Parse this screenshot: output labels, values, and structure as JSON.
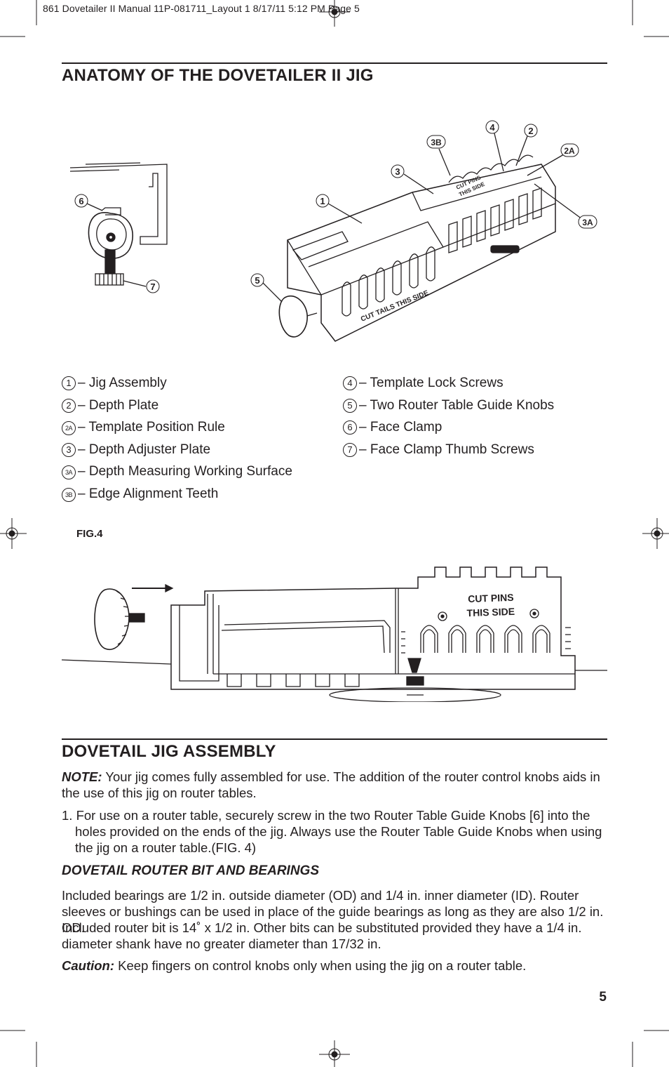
{
  "slug": "861 Dovetailer II Manual 11P-081711_Layout 1  8/17/11  5:12 PM  Page 5",
  "section1": {
    "title": "ANATOMY OF THE DOVETAILER II JIG",
    "callouts": [
      "1",
      "2",
      "2A",
      "3",
      "3A",
      "3B",
      "4",
      "5",
      "6",
      "7"
    ],
    "jig_text": {
      "pins_line1": "CUT PINS",
      "pins_line2": "THIS SIDE",
      "tails": "CUT TAILS THIS SIDE"
    },
    "legend_left": [
      {
        "num": "1",
        "text": "– Jig Assembly"
      },
      {
        "num": "2",
        "text": "– Depth Plate"
      },
      {
        "num": "2A",
        "text": "– Template Position Rule"
      },
      {
        "num": "3",
        "text": "–  Depth Adjuster Plate"
      },
      {
        "num": "3A",
        "text": "– Depth Measuring Working Surface"
      },
      {
        "num": "3B",
        "text": "– Edge Alignment Teeth"
      }
    ],
    "legend_right": [
      {
        "num": "4",
        "text": "– Template Lock Screws"
      },
      {
        "num": "5",
        "text": "– Two Router Table Guide Knobs"
      },
      {
        "num": "6",
        "text": "– Face Clamp"
      },
      {
        "num": "7",
        "text": "– Face Clamp Thumb Screws"
      }
    ]
  },
  "figure4": {
    "label": "FIG.4",
    "pins_line1": "CUT PINS",
    "pins_line2": "THIS SIDE"
  },
  "section2": {
    "title": "DOVETAIL JIG ASSEMBLY",
    "note_label": "NOTE:",
    "note_text": " Your jig comes fully assembled for use. The addition of the router control knobs aids in the use of this jig on router tables.",
    "step1": "1. For use on a router table, securely screw in the two Router Table Guide Knobs [6] into the holes provided on the ends of the jig. Always use the Router Table Guide Knobs when using the jig on a router table.(FIG. 4)",
    "subtitle": "DOVETAIL ROUTER BIT AND BEARINGS",
    "para1": "Included bearings are 1/2 in. outside diameter (OD) and 1/4 in. inner diameter (ID). Router sleeves or bushings can be used in place of the guide bearings as long as they are also 1/2 in. OD.",
    "para2": "Included router bit is 14˚ x 1/2 in. Other bits can be substituted provided they have a 1/4 in. diameter shank have no greater diameter than 17/32 in.",
    "caution_label": "Caution:",
    "caution_text": " Keep fingers on control knobs only when using the jig on a router table."
  },
  "page_number": "5"
}
